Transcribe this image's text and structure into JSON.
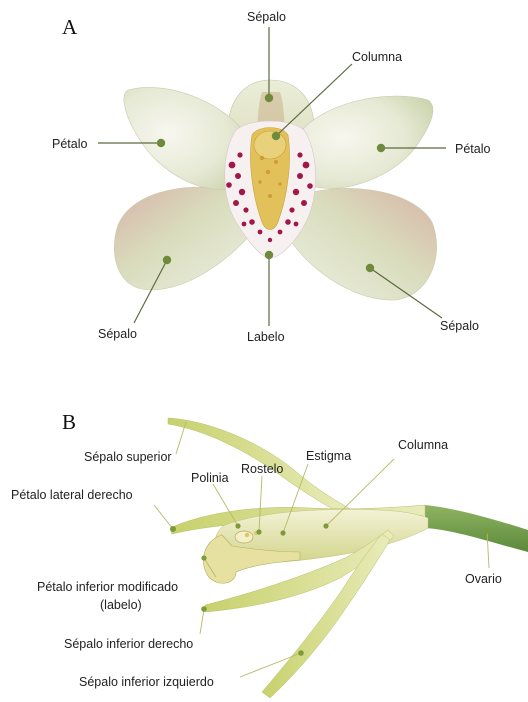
{
  "panel_a": {
    "letter": "A",
    "labels": {
      "sepalo_top": "Sépalo",
      "columna": "Columna",
      "petalo_left": "Pétalo",
      "petalo_right": "Pétalo",
      "sepalo_left": "Sépalo",
      "labelo": "Labelo",
      "sepalo_right": "Sépalo"
    }
  },
  "panel_b": {
    "letter": "B",
    "labels": {
      "sepalo_superior": "Sépalo superior",
      "petalo_lateral_derecho": "Pétalo lateral derecho",
      "polinia": "Polinia",
      "rostelo": "Rostelo",
      "estigma": "Estigma",
      "columna": "Columna",
      "ovario": "Ovario",
      "petalo_inferior_1": "Pétalo inferior modificado",
      "petalo_inferior_2": "(labelo)",
      "sepalo_inferior_derecho": "Sépalo inferior derecho",
      "sepalo_inferior_izquierdo": "Sépalo inferior izquierdo"
    }
  },
  "colors": {
    "petal_white": "#f1f1e6",
    "petal_green": "#c9d3a8",
    "petal_pink": "#d9b6b0",
    "lip_spots": "#a0174a",
    "column_yellow": "#d9b64a",
    "stem_green": "#6f9a4a",
    "leader_line": "#5b6b3f"
  }
}
